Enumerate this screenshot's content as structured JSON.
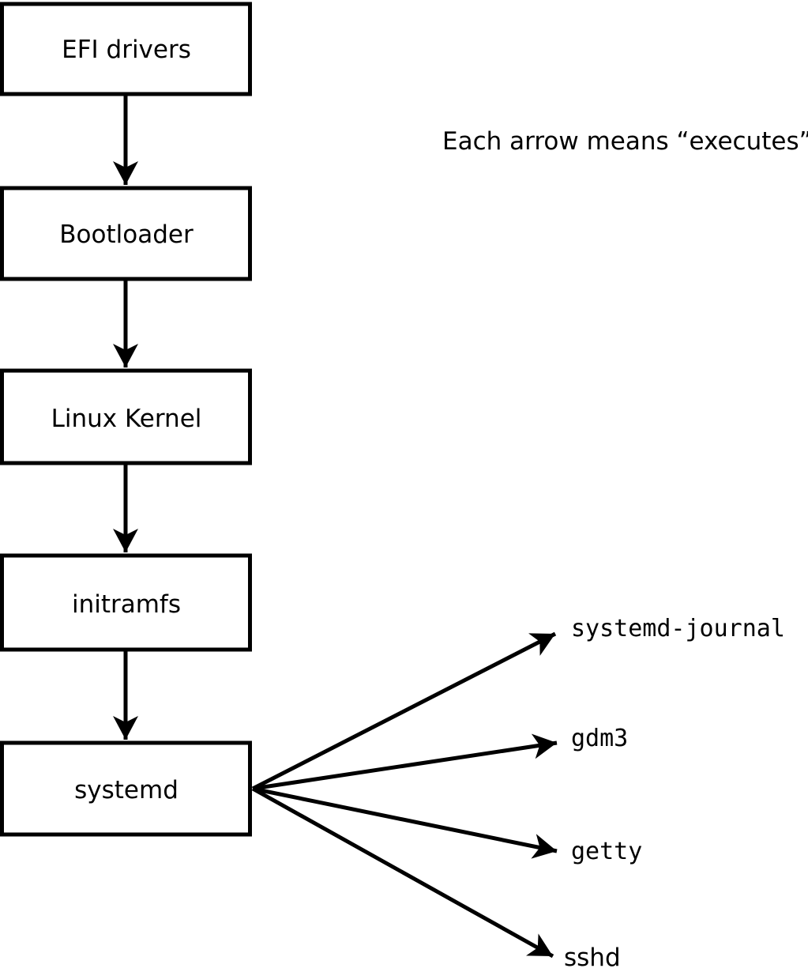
{
  "diagram": {
    "legend": "Each arrow means “executes”.",
    "boxes": [
      {
        "label": "EFI drivers"
      },
      {
        "label": "Bootloader"
      },
      {
        "label": "Linux Kernel"
      },
      {
        "label": "initramfs"
      },
      {
        "label": "systemd"
      }
    ],
    "targets": [
      {
        "label": "systemd-journal"
      },
      {
        "label": "gdm3"
      },
      {
        "label": "getty"
      },
      {
        "label": "sshd"
      }
    ],
    "colors": {
      "line": "#000000",
      "box_fill": "#ffffff",
      "text": "#000000",
      "background": "#ffffff"
    }
  }
}
